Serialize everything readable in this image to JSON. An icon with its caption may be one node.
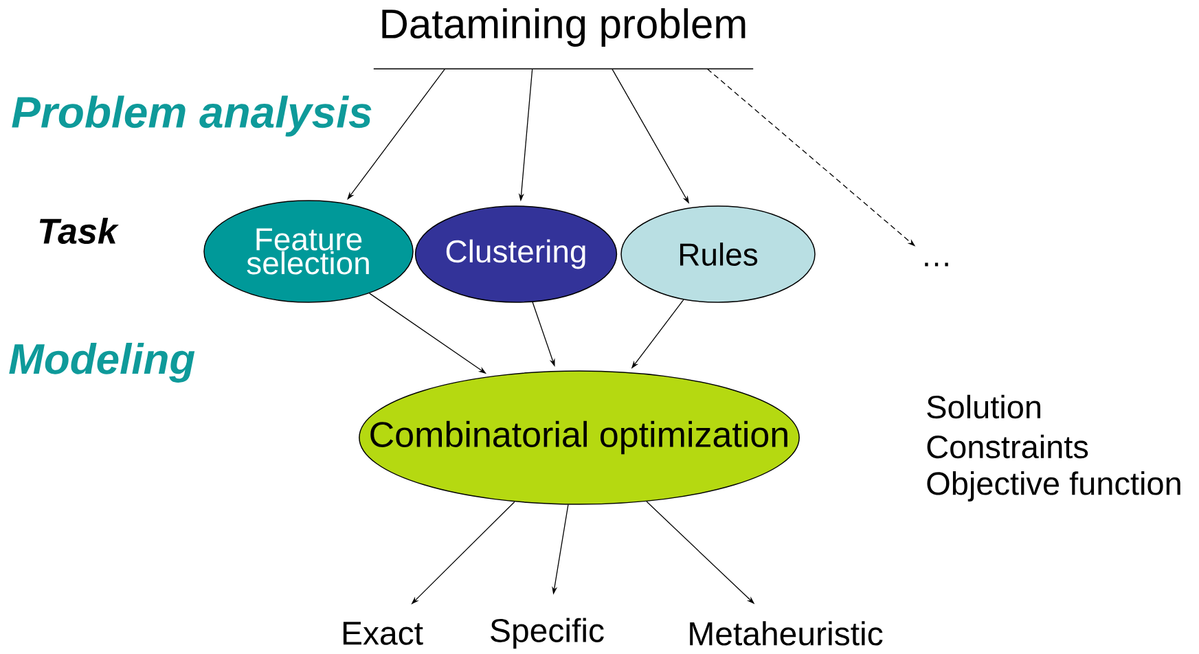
{
  "diagram": {
    "nodes": [
      {
        "text": [
          "Datamining problem"
        ]
      },
      {
        "text": [
          "Feature selection"
        ]
      },
      {
        "text": [
          "Clustering"
        ]
      },
      {
        "text": [
          "Rules"
        ]
      },
      {
        "text": [
          "…"
        ]
      },
      {
        "text": [
          "Combinatorial optimization"
        ]
      },
      {
        "text": [
          "Exact"
        ]
      },
      {
        "text": [
          "Specific"
        ]
      },
      {
        "text": [
          "Metaheuristic"
        ]
      }
    ],
    "edges": [
      {
        "from": 0,
        "to": 1,
        "arrow": "to"
      },
      {
        "from": 0,
        "to": 2,
        "arrow": "to"
      },
      {
        "from": 0,
        "to": 3,
        "arrow": "to"
      },
      {
        "from": 0,
        "to": 4,
        "arrow": "to",
        "style": "dashed"
      },
      {
        "from": 1,
        "to": 5,
        "arrow": "to"
      },
      {
        "from": 2,
        "to": 5,
        "arrow": "to"
      },
      {
        "from": 3,
        "to": 5,
        "arrow": "to"
      },
      {
        "from": 5,
        "to": 6,
        "arrow": "to"
      },
      {
        "from": 5,
        "to": 7,
        "arrow": "to"
      },
      {
        "from": 5,
        "to": 8,
        "arrow": "to"
      }
    ],
    "labels": [
      "Problem analysis",
      "Task",
      "Modeling",
      "Solution",
      "Constraints",
      "Objective function"
    ]
  }
}
